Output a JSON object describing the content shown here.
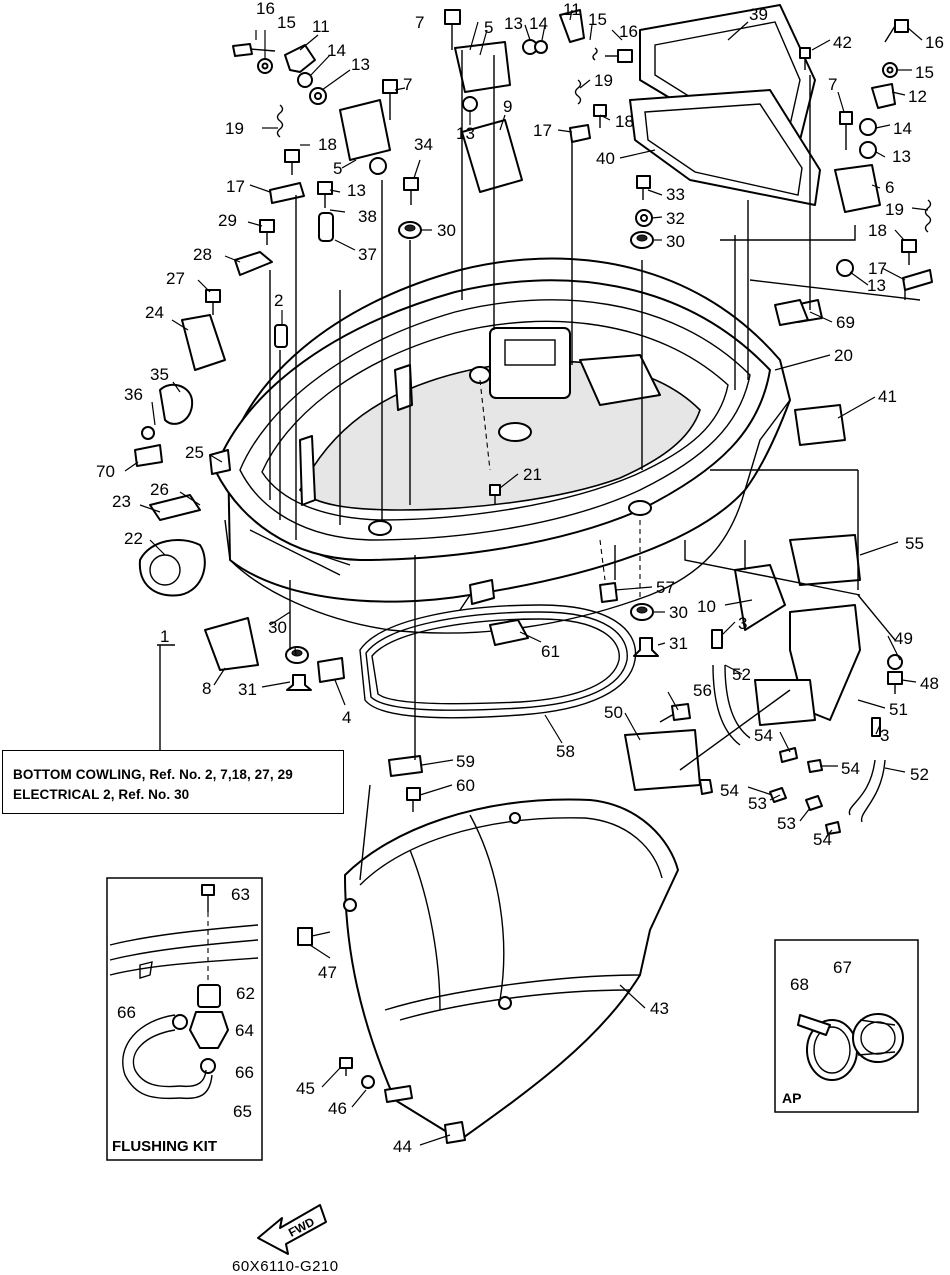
{
  "diagram": {
    "drawing_code": "60X6110-G210",
    "note_lines": [
      "BOTTOM COWLING, Ref. No. 2, 7,18, 27, 29",
      "ELECTRICAL 2, Ref. No. 30"
    ],
    "inset_titles": {
      "flushing_kit": "FLUSHING KIT",
      "ap": "AP"
    },
    "direction_label": "FWD",
    "refs": [
      {
        "id": "r16a",
        "t": "16"
      },
      {
        "id": "r15a",
        "t": "15"
      },
      {
        "id": "r11a",
        "t": "11"
      },
      {
        "id": "r14a",
        "t": "14"
      },
      {
        "id": "r13a",
        "t": "13"
      },
      {
        "id": "r7a",
        "t": "7"
      },
      {
        "id": "r19a",
        "t": "19"
      },
      {
        "id": "r18a",
        "t": "18"
      },
      {
        "id": "r5a",
        "t": "5"
      },
      {
        "id": "r17a",
        "t": "17"
      },
      {
        "id": "r13b",
        "t": "13"
      },
      {
        "id": "r38",
        "t": "38"
      },
      {
        "id": "r34",
        "t": "34"
      },
      {
        "id": "r30a",
        "t": "30"
      },
      {
        "id": "r29",
        "t": "29"
      },
      {
        "id": "r37",
        "t": "37"
      },
      {
        "id": "r28",
        "t": "28"
      },
      {
        "id": "r27",
        "t": "27"
      },
      {
        "id": "r2",
        "t": "2"
      },
      {
        "id": "r24",
        "t": "24"
      },
      {
        "id": "r35",
        "t": "35"
      },
      {
        "id": "r36",
        "t": "36"
      },
      {
        "id": "r25",
        "t": "25"
      },
      {
        "id": "r70",
        "t": "70"
      },
      {
        "id": "r26",
        "t": "26"
      },
      {
        "id": "r23",
        "t": "23"
      },
      {
        "id": "r22",
        "t": "22"
      },
      {
        "id": "r1",
        "t": "1"
      },
      {
        "id": "r7b",
        "t": "7"
      },
      {
        "id": "r5b",
        "t": "5"
      },
      {
        "id": "r13c",
        "t": "13"
      },
      {
        "id": "r14b",
        "t": "14"
      },
      {
        "id": "r11b",
        "t": "11"
      },
      {
        "id": "r15b",
        "t": "15"
      },
      {
        "id": "r16b",
        "t": "16"
      },
      {
        "id": "r19b",
        "t": "19"
      },
      {
        "id": "r9",
        "t": "9"
      },
      {
        "id": "r13d",
        "t": "13"
      },
      {
        "id": "r17b",
        "t": "17"
      },
      {
        "id": "r18b",
        "t": "18"
      },
      {
        "id": "r39",
        "t": "39"
      },
      {
        "id": "r42",
        "t": "42"
      },
      {
        "id": "r40",
        "t": "40"
      },
      {
        "id": "r33",
        "t": "33"
      },
      {
        "id": "r32",
        "t": "32"
      },
      {
        "id": "r30b",
        "t": "30"
      },
      {
        "id": "r16c",
        "t": "16"
      },
      {
        "id": "r15c",
        "t": "15"
      },
      {
        "id": "r7c",
        "t": "7"
      },
      {
        "id": "r12",
        "t": "12"
      },
      {
        "id": "r14c",
        "t": "14"
      },
      {
        "id": "r13e",
        "t": "13"
      },
      {
        "id": "r6",
        "t": "6"
      },
      {
        "id": "r19c",
        "t": "19"
      },
      {
        "id": "r18c",
        "t": "18"
      },
      {
        "id": "r17c",
        "t": "17"
      },
      {
        "id": "r13f",
        "t": "13"
      },
      {
        "id": "r69",
        "t": "69"
      },
      {
        "id": "r20",
        "t": "20"
      },
      {
        "id": "r41",
        "t": "41"
      },
      {
        "id": "r21",
        "t": "21"
      },
      {
        "id": "r55",
        "t": "55"
      },
      {
        "id": "r57",
        "t": "57"
      },
      {
        "id": "r30c",
        "t": "30"
      },
      {
        "id": "r31a",
        "t": "31"
      },
      {
        "id": "r10",
        "t": "10"
      },
      {
        "id": "r3a",
        "t": "3"
      },
      {
        "id": "r61",
        "t": "61"
      },
      {
        "id": "r49",
        "t": "49"
      },
      {
        "id": "r48",
        "t": "48"
      },
      {
        "id": "r52a",
        "t": "52"
      },
      {
        "id": "r56",
        "t": "56"
      },
      {
        "id": "r51",
        "t": "51"
      },
      {
        "id": "r50",
        "t": "50"
      },
      {
        "id": "r3b",
        "t": "3"
      },
      {
        "id": "r54a",
        "t": "54"
      },
      {
        "id": "r54b",
        "t": "54"
      },
      {
        "id": "r52b",
        "t": "52"
      },
      {
        "id": "r54c",
        "t": "54"
      },
      {
        "id": "r53a",
        "t": "53"
      },
      {
        "id": "r53b",
        "t": "53"
      },
      {
        "id": "r54d",
        "t": "54"
      },
      {
        "id": "r30d",
        "t": "30"
      },
      {
        "id": "r8",
        "t": "8"
      },
      {
        "id": "r31b",
        "t": "31"
      },
      {
        "id": "r4",
        "t": "4"
      },
      {
        "id": "r58",
        "t": "58"
      },
      {
        "id": "r59",
        "t": "59"
      },
      {
        "id": "r60",
        "t": "60"
      },
      {
        "id": "r63",
        "t": "63"
      },
      {
        "id": "r62",
        "t": "62"
      },
      {
        "id": "r66a",
        "t": "66"
      },
      {
        "id": "r64",
        "t": "64"
      },
      {
        "id": "r66b",
        "t": "66"
      },
      {
        "id": "r65",
        "t": "65"
      },
      {
        "id": "r47",
        "t": "47"
      },
      {
        "id": "r43",
        "t": "43"
      },
      {
        "id": "r45",
        "t": "45"
      },
      {
        "id": "r46",
        "t": "46"
      },
      {
        "id": "r44",
        "t": "44"
      },
      {
        "id": "r68",
        "t": "68"
      },
      {
        "id": "r67",
        "t": "67"
      }
    ]
  }
}
